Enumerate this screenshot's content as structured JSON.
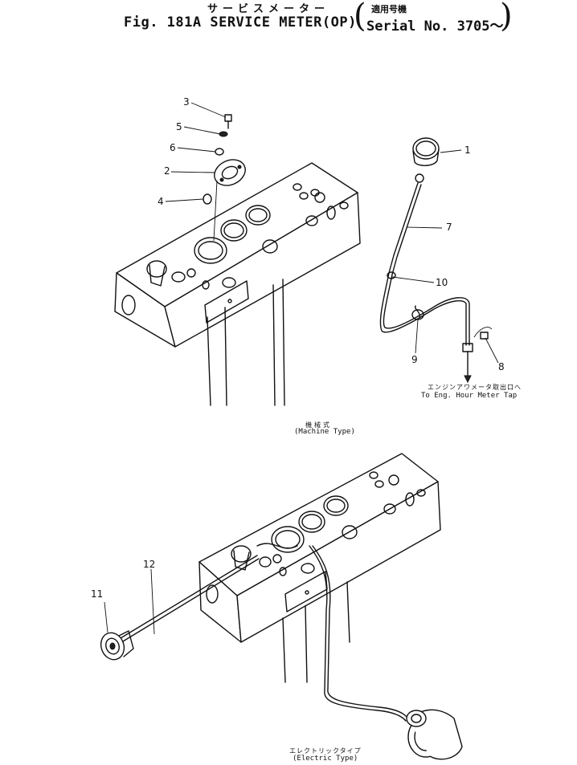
{
  "header": {
    "title_jp": "サービスメーター",
    "title": "Fig. 181A SERVICE METER(OP)",
    "serial_jp": "適用号機",
    "serial": "Serial No. 3705～"
  },
  "captions": {
    "machine_jp": "機械式",
    "machine": "(Machine Type)",
    "electric_jp": "エレクトリックタイプ",
    "electric": "(Electric Type)",
    "tap_jp": "エンジンアワメータ取出口へ",
    "tap": "To Eng. Hour Meter Tap"
  },
  "callouts": {
    "c1": "1",
    "c2": "2",
    "c3": "3",
    "c4": "4",
    "c5": "5",
    "c6": "6",
    "c7": "7",
    "c8": "8",
    "c9": "9",
    "c10": "10",
    "c11": "11",
    "c12": "12"
  }
}
